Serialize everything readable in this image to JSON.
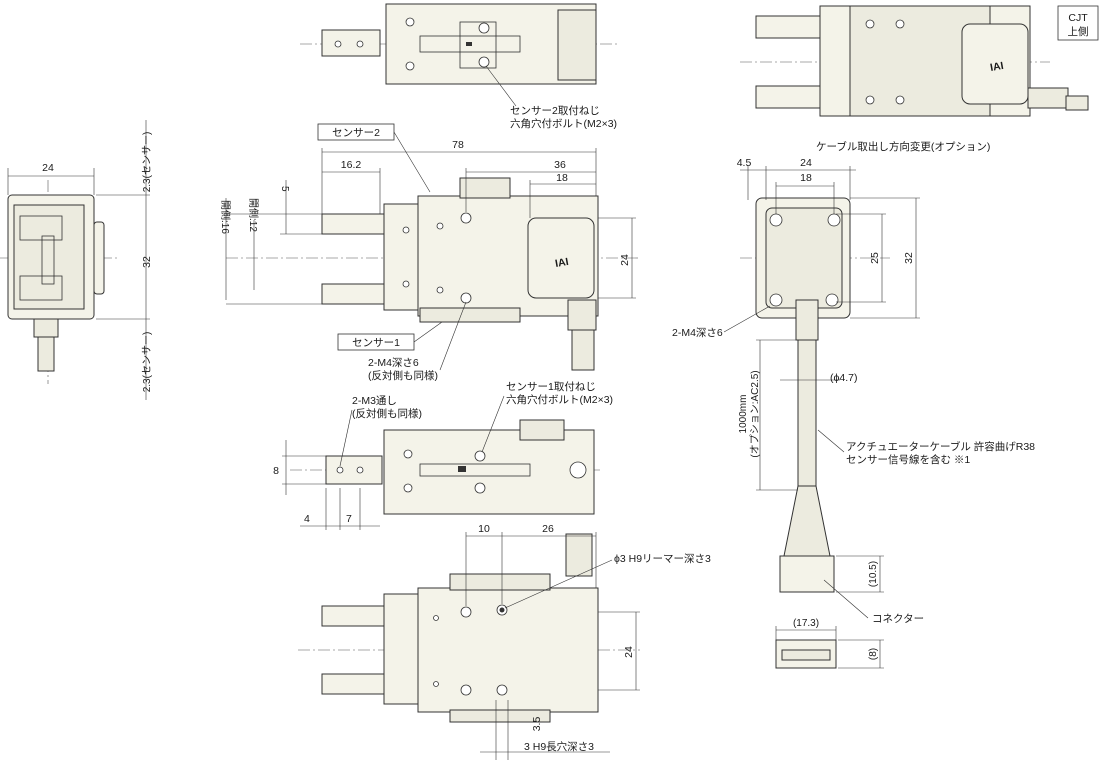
{
  "corner_tag": {
    "line1": "CJT",
    "line2": "上側"
  },
  "labels": {
    "sensor2_screw": {
      "line1": "センサー2取付ねじ",
      "line2": "六角穴付ボルト(M2×3)"
    },
    "cable_option": "ケーブル取出し方向変更(オプション)",
    "sensor2_box": "センサー2",
    "sensor1_box": "センサー1",
    "m4_holes_top": {
      "line1": "2-M4深さ6",
      "line2": "(反対側も同様)"
    },
    "m3_holes": {
      "line1": "2-M3通し",
      "line2": "(反対側も同様)"
    },
    "sensor1_screw": {
      "line1": "センサー1取付ねじ",
      "line2": "六角穴付ボルト(M2×3)"
    },
    "m4_holes_side": "2-M4深さ6",
    "cable_desc": {
      "line1": "アクチュエーターケーブル 許容曲げR38",
      "line2": "センサー信号線を含む ※1"
    },
    "cable_length": {
      "line1": "1000mm",
      "line2": "(オプション:AC2.5)"
    },
    "cable_dia": "(ϕ4.7)",
    "reamer": "ϕ3 H9リーマー深さ3",
    "slot": "3 H9長穴深さ3",
    "connector": "コネクター",
    "logo": "IAI"
  },
  "dims": {
    "left_width": "24",
    "left_height": "32",
    "sensor_top": "2.3(センサー)",
    "sensor_bottom": "2.3(センサー)",
    "open_16": "開側:16",
    "open_12": "開側:12",
    "d5": "5",
    "d16_2": "16.2",
    "d78": "78",
    "d36": "36",
    "d18": "18",
    "d24_main": "24",
    "d8": "8",
    "d4": "4",
    "d7": "7",
    "d10": "10",
    "d26": "26",
    "d24_bottom": "24",
    "d3_5": "3.5",
    "r_4_5": "4.5",
    "r_24": "24",
    "r_18": "18",
    "r_25": "25",
    "r_32": "32",
    "conn_10_5": "(10.5)",
    "conn_17_3": "(17.3)",
    "conn_8": "(8)"
  }
}
